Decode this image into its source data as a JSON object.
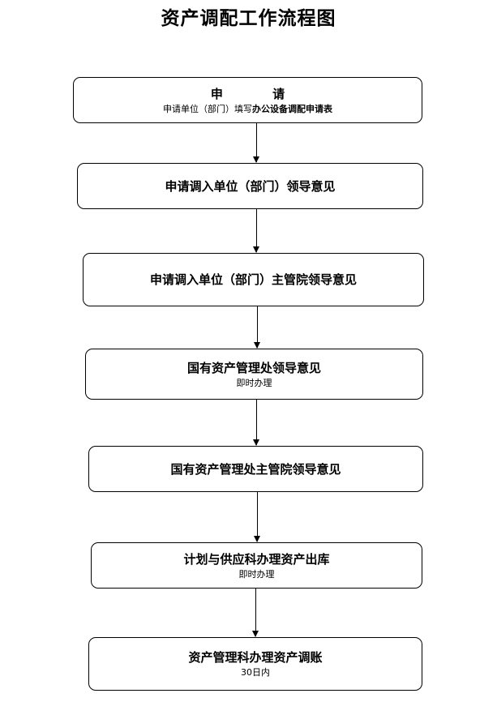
{
  "title": "资产调配工作流程图",
  "steps": [
    {
      "title": "申 请",
      "sub_prefix": "申请单位（部门）填写",
      "sub_emphasis": "办公设备调配申请表"
    },
    {
      "title": "申请调入单位（部门）领导意见"
    },
    {
      "title": "申请调入单位（部门）主管院领导意见"
    },
    {
      "title": "国有资产管理处领导意见",
      "sub": "即时办理"
    },
    {
      "title": "国有资产管理处主管院领导意见"
    },
    {
      "title": "计划与供应科办理资产出库",
      "sub": "即时办理"
    },
    {
      "title": "资产管理科办理资产调账",
      "sub": "30日内"
    }
  ]
}
